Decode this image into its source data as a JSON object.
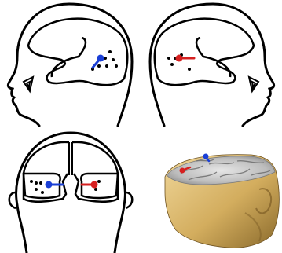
{
  "colors": {
    "outline": "#000000",
    "background": "#ffffff",
    "left_source": "#1a3fd6",
    "right_source": "#d62020",
    "scalp_skin": "#d6b26a",
    "scalp_shadow": "#8a6a2c",
    "cortex_gray": "#b9b9b9"
  },
  "panels": [
    {
      "id": "left-sagittal",
      "view": "sagittal",
      "facing": "left",
      "source_color": "blue"
    },
    {
      "id": "right-sagittal",
      "view": "sagittal",
      "facing": "right",
      "source_color": "red"
    },
    {
      "id": "coronal",
      "view": "coronal",
      "sources": [
        "blue",
        "red"
      ]
    },
    {
      "id": "3d-render",
      "view": "3d",
      "sources": [
        "blue",
        "red"
      ]
    }
  ]
}
